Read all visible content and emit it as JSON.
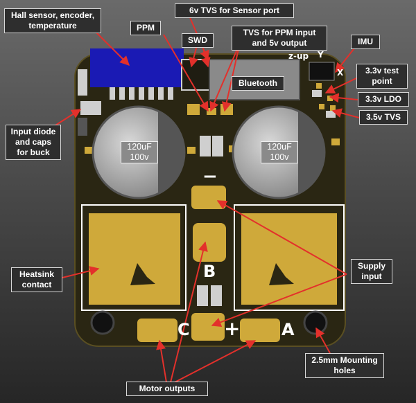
{
  "labels": {
    "hall": "Hall sensor, encoder, temperature",
    "tvs6": "6v TVS for Sensor port",
    "ppm": "PPM",
    "swd": "SWD",
    "tvs_ppm": "TVS for PPM input and 5v output",
    "bluetooth": "Bluetooth",
    "imu": "IMU",
    "test_point": "3.3v test point",
    "ldo": "3.3v LDO",
    "tvs35": "3.5v TVS",
    "input_diode": "Input diode and caps for buck",
    "heatsink": "Heatsink contact",
    "supply": "Supply input",
    "holes": "2.5mm Mounting holes",
    "motor": "Motor outputs"
  },
  "capacitors": {
    "left": "120uF 100v",
    "right": "120uF 100v"
  },
  "silkscreen": {
    "minus": "−",
    "b": "B",
    "c": "C",
    "plus": "+",
    "a": "A",
    "zup": "z-up",
    "y": "Y",
    "x": "X"
  },
  "colors": {
    "pcb": "#2a2613",
    "pad": "#cfa93a",
    "annotation_arrow": "#e3302b",
    "label_bg": "#2e2e2e",
    "header": "#1a1ab4"
  }
}
